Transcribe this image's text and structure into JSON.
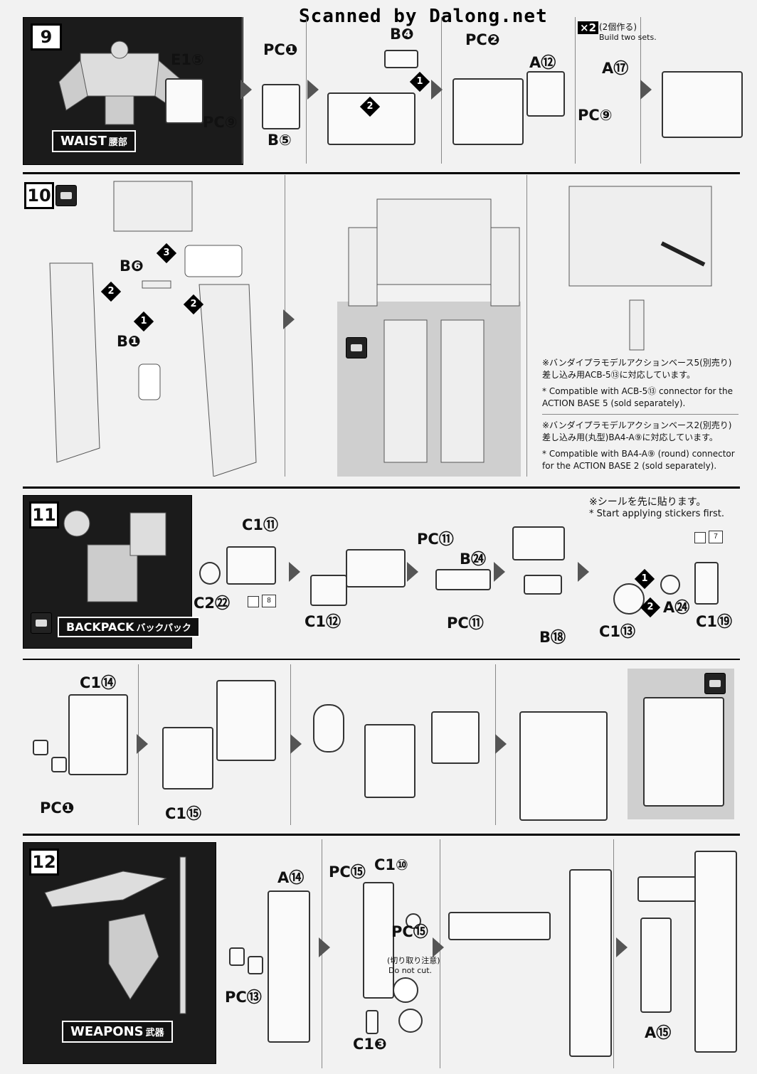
{
  "watermark": "Scanned by Dalong.net",
  "step9": {
    "number": "9",
    "title": "WAIST",
    "title_jp": "腰部",
    "labels": {
      "e15": "E1⑤",
      "pc1": "PC❶",
      "pc9_a": "PC⑨",
      "b5": "B⑤",
      "b4": "B❹",
      "pc2": "PC❷",
      "a12": "A⑫",
      "a17": "A⑰",
      "pc9_b": "PC⑨"
    },
    "multiplier": "×2",
    "multiplier_jp": "(2個作る)",
    "multiplier_en": "Build two sets."
  },
  "step10": {
    "number": "10",
    "labels": {
      "b6": "B❻",
      "b1": "B❶"
    },
    "note1_jp": "※バンダイプラモデルアクションベース5(別売り) 差し込み用ACB-5⑬に対応しています。",
    "note1_en": "* Compatible with ACB-5⑬ connector for the ACTION BASE 5 (sold separately).",
    "note2_jp": "※バンダイプラモデルアクションベース2(別売り) 差し込み用(丸型)BA4-A⑨に対応しています。",
    "note2_en": "* Compatible with BA4-A⑨ (round) connector for the ACTION BASE 2 (sold separately)."
  },
  "step11": {
    "number": "11",
    "title": "BACKPACK",
    "title_jp": "バックパック",
    "labels": {
      "c111": "C1⑪",
      "c222": "C2㉒",
      "c112": "C1⑫",
      "pc11_a": "PC⑪",
      "b24": "B㉔",
      "pc11_b": "PC⑪",
      "b18": "B⑱",
      "c113": "C1⑬",
      "a24": "A㉔",
      "c119": "C1⑲",
      "c114": "C1⑭",
      "pc1": "PC❶",
      "c115": "C1⑮"
    },
    "sticker_a": "8",
    "sticker_b": "7",
    "note_jp": "※シールを先に貼ります。",
    "note_en": "* Start applying stickers first."
  },
  "step12": {
    "number": "12",
    "title": "WEAPONS",
    "title_jp": "武器",
    "labels": {
      "a14": "A⑭",
      "pc13": "PC⑬",
      "pc15_a": "PC⑮",
      "c110": "C1⑩",
      "pc15_b": "PC⑮",
      "c13": "C1❸",
      "a15": "A⑮"
    },
    "donotcut_jp": "(切り取り注意)",
    "donotcut_en": "Do not cut."
  }
}
